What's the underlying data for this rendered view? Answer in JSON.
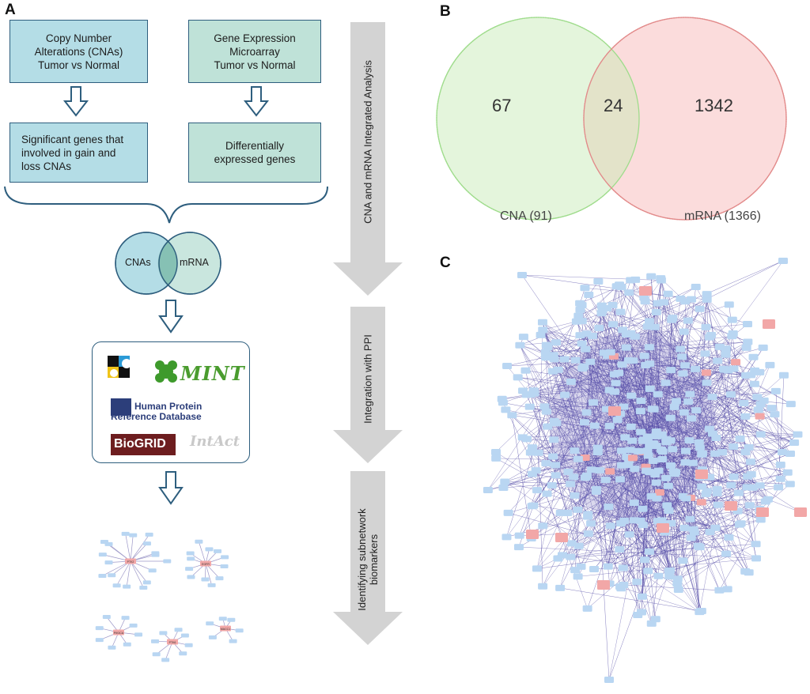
{
  "panels": {
    "a": "A",
    "b": "B",
    "c": "C"
  },
  "flow": {
    "cna_box": "Copy Number\nAlterations (CNAs)\nTumor vs Normal",
    "mrna_box": "Gene Expression\nMicroarray\nTumor vs Normal",
    "sig_box": "Significant genes that\ninvolved in gain and\nloss CNAs",
    "deg_box": "Differentially\nexpressed genes",
    "venn_left": "CNAs",
    "venn_right": "mRNA"
  },
  "databases": {
    "mint": "MINT",
    "hprd_line1": "Human Protein",
    "hprd_line2": "Reference Database",
    "biogrid": "BioGRID",
    "intact": "IntAct"
  },
  "stages": {
    "stage1": "CNA and mRNA Integrated Analysis",
    "stage2": "Integration with PPI",
    "stage3_line1": "Identifying subnetwork",
    "stage3_line2": "biomarkers"
  },
  "venn": {
    "left_only": "67",
    "overlap": "24",
    "right_only": "1342",
    "left_label": "CNA (91)",
    "right_label": "mRNA (1366)",
    "left_color": "#e4f5dc",
    "right_color": "#fbdcdc",
    "overlap_color": "#e3e3c9"
  },
  "subnet_labels": {
    "hub1": "PTK2",
    "hub2": "EGFR",
    "hub3": "PIK3CA",
    "hub4": "PTK6",
    "hub5": "MACC1"
  },
  "network_colors": {
    "node": "#b9d6f2",
    "highlight": "#f2a7a7",
    "edge": "#4f46a4"
  }
}
